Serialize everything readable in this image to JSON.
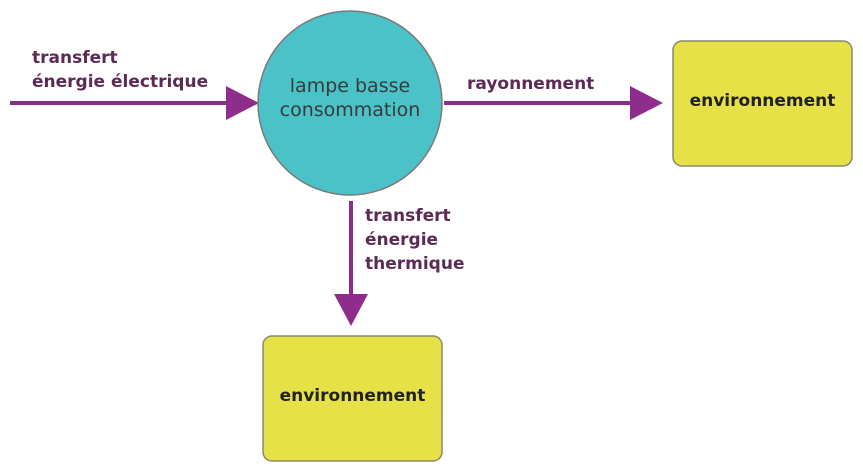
{
  "colors": {
    "arrow": "#8e2d8b",
    "label_text": "#5c2a55",
    "lamp_fill": "#4bc1c8",
    "box_fill": "#e6e147"
  },
  "input_label": {
    "line1": "transfert",
    "line2": "énergie électrique"
  },
  "lamp": {
    "line1": "lampe basse",
    "line2": "consommation"
  },
  "radiation_label": "rayonnement",
  "thermal_label": {
    "line1": "transfert",
    "line2": "énergie",
    "line3": "thermique"
  },
  "env_right": {
    "label": "environnement"
  },
  "env_bottom": {
    "label": "environnement"
  }
}
